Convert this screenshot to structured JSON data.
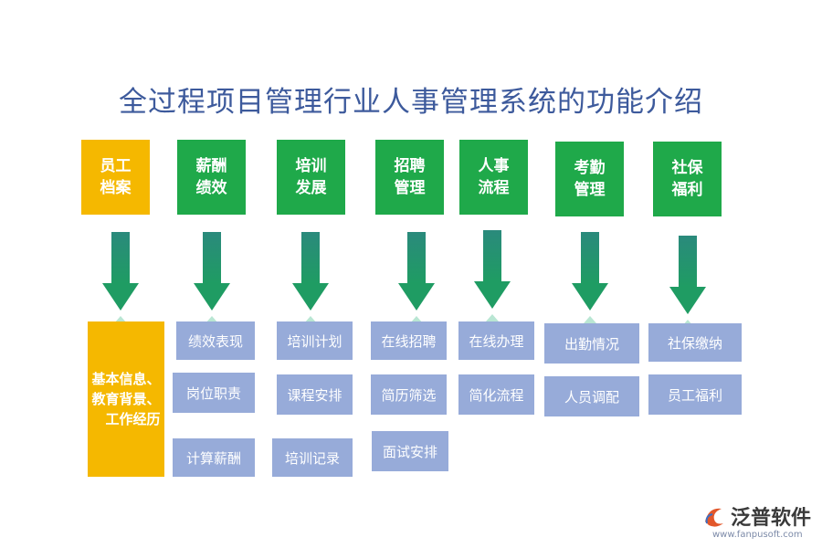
{
  "title": "全过程项目管理行业人事管理系统的功能介绍",
  "columns": [
    {
      "header": "员工\n档案",
      "items": []
    },
    {
      "header": "薪酬\n绩效",
      "items": [
        "绩效表现",
        "岗位职责",
        "计算薪酬"
      ]
    },
    {
      "header": "培训\n发展",
      "items": [
        "培训计划",
        "课程安排",
        "培训记录"
      ]
    },
    {
      "header": "招聘\n管理",
      "items": [
        "在线招聘",
        "简历筛选",
        "面试安排"
      ]
    },
    {
      "header": "人事\n流程",
      "items": [
        "在线办理",
        "简化流程"
      ]
    },
    {
      "header": "考勤\n管理",
      "items": [
        "出勤情况",
        "人员调配"
      ]
    },
    {
      "header": "社保\n福利",
      "items": [
        "社保缴纳",
        "员工福利"
      ]
    }
  ],
  "employee_detail": "基本信息、\n教育背景、\n工作经历",
  "logo": {
    "name": "泛普软件",
    "url": "www.fanpusoft.com"
  },
  "colors": {
    "header_green": "#1fa94a",
    "header_yellow": "#f5b800",
    "item_blue": "#97abd9",
    "arrow_teal": "#268f7c",
    "title_blue": "#3d5a9c"
  }
}
